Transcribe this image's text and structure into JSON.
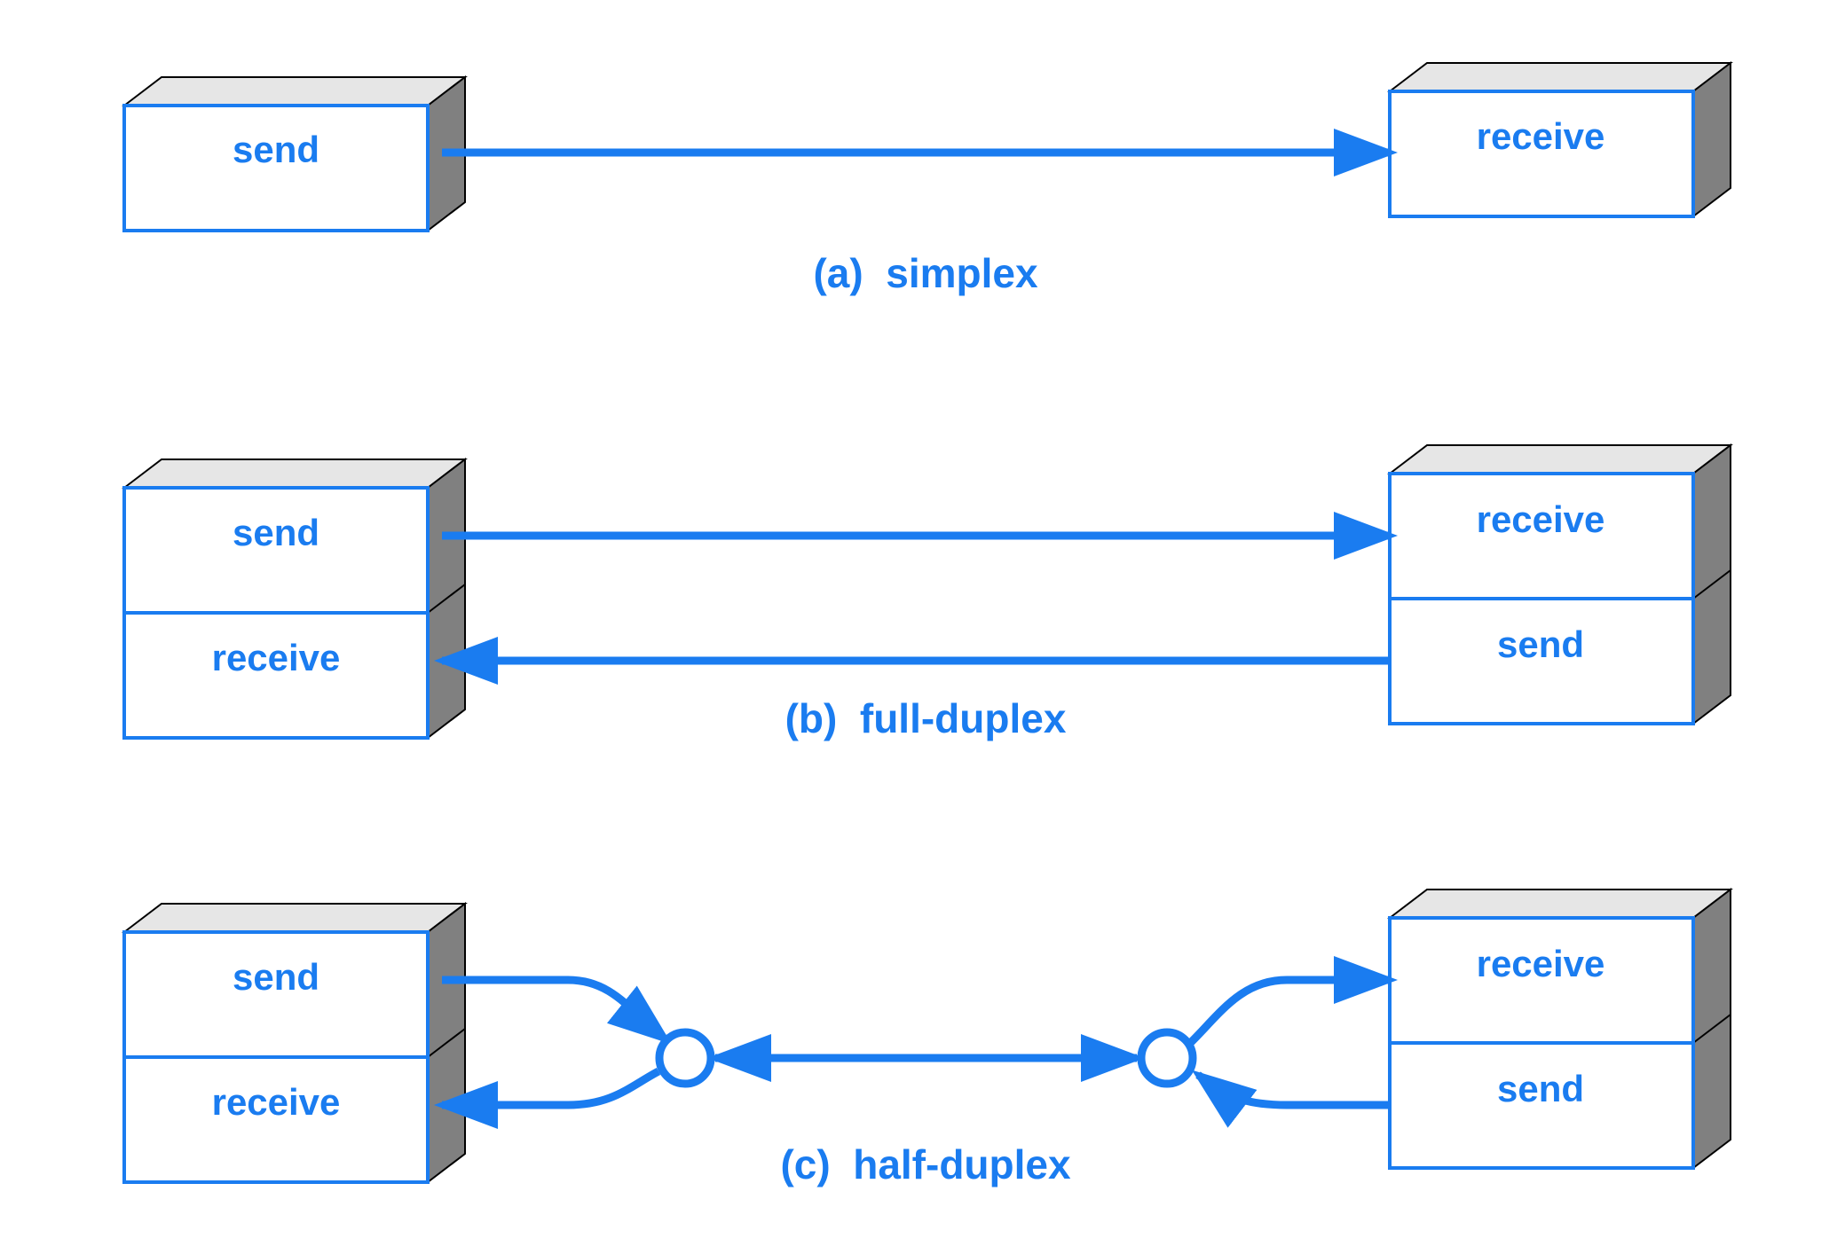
{
  "colors": {
    "accent": "#1a7cf0",
    "box_top": "#e6e6e6",
    "box_side": "#808080",
    "box_outline": "#000000",
    "background": "#ffffff"
  },
  "diagrams": {
    "simplex": {
      "caption": "(a)  simplex",
      "left_box": [
        "send"
      ],
      "right_box": [
        "receive"
      ]
    },
    "full_duplex": {
      "caption": "(b)  full-duplex",
      "left_box": [
        "send",
        "receive"
      ],
      "right_box": [
        "receive",
        "send"
      ]
    },
    "half_duplex": {
      "caption": "(c)  half-duplex",
      "left_box": [
        "send",
        "receive"
      ],
      "right_box": [
        "receive",
        "send"
      ]
    }
  }
}
